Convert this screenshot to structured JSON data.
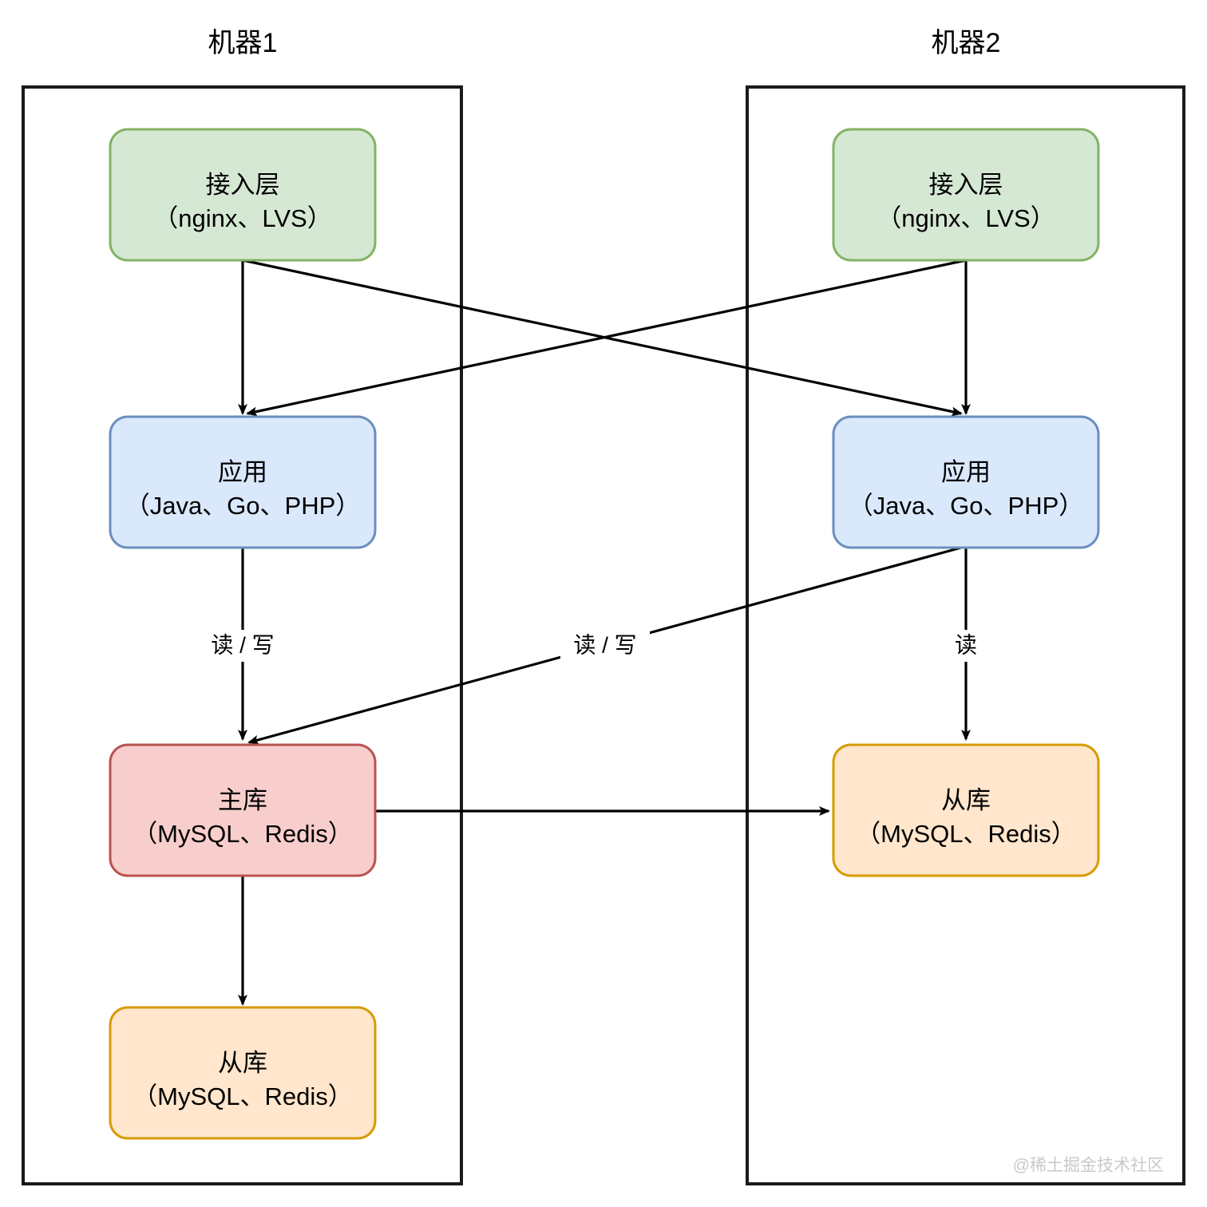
{
  "diagram": {
    "title_left": "机器1",
    "title_right": "机器2",
    "machines": [
      {
        "id": "machine-1",
        "title": "机器1",
        "nodes": [
          {
            "id": "access-layer-1",
            "line1": "接入层",
            "line2": "（nginx、LVS）",
            "color": "green",
            "fill": "#d5e8d4",
            "stroke": "#82b366"
          },
          {
            "id": "app-1",
            "line1": "应用",
            "line2": "（Java、Go、PHP）",
            "color": "blue",
            "fill": "#dae8fc",
            "stroke": "#6c8ebf"
          },
          {
            "id": "master-db-1",
            "line1": "主库",
            "line2": "（MySQL、Redis）",
            "color": "red",
            "fill": "#f8cecc",
            "stroke": "#b85450"
          },
          {
            "id": "slave-db-1",
            "line1": "从库",
            "line2": "（MySQL、Redis）",
            "color": "orange",
            "fill": "#ffe6cc",
            "stroke": "#d79b00"
          }
        ]
      },
      {
        "id": "machine-2",
        "title": "机器2",
        "nodes": [
          {
            "id": "access-layer-2",
            "line1": "接入层",
            "line2": "（nginx、LVS）",
            "color": "green",
            "fill": "#d5e8d4",
            "stroke": "#82b366"
          },
          {
            "id": "app-2",
            "line1": "应用",
            "line2": "（Java、Go、PHP）",
            "color": "blue",
            "fill": "#dae8fc",
            "stroke": "#6c8ebf"
          },
          {
            "id": "slave-db-2",
            "line1": "从库",
            "line2": "（MySQL、Redis）",
            "color": "orange",
            "fill": "#ffe6cc",
            "stroke": "#d79b00"
          }
        ]
      }
    ],
    "edges": [
      {
        "id": "edge-access1-app1",
        "from": "access-layer-1",
        "to": "app-1",
        "label": ""
      },
      {
        "id": "edge-access1-app2",
        "from": "access-layer-1",
        "to": "app-2",
        "label": ""
      },
      {
        "id": "edge-access2-app1",
        "from": "access-layer-2",
        "to": "app-1",
        "label": ""
      },
      {
        "id": "edge-access2-app2",
        "from": "access-layer-2",
        "to": "app-2",
        "label": ""
      },
      {
        "id": "edge-app1-master",
        "from": "app-1",
        "to": "master-db-1",
        "label": "读 / 写"
      },
      {
        "id": "edge-app2-master",
        "from": "app-2",
        "to": "master-db-1",
        "label": "读 / 写"
      },
      {
        "id": "edge-app2-slave2",
        "from": "app-2",
        "to": "slave-db-2",
        "label": "读"
      },
      {
        "id": "edge-master-slave1",
        "from": "master-db-1",
        "to": "slave-db-1",
        "label": ""
      },
      {
        "id": "edge-master-slave2",
        "from": "master-db-1",
        "to": "slave-db-2",
        "label": ""
      }
    ],
    "edge_labels": {
      "read_write_left": "读 / 写",
      "read_write_mid": "读 / 写",
      "read_right": "读"
    },
    "watermark": "@稀土掘金技术社区",
    "colors": {
      "frame_stroke": "#1a1a1a",
      "edge_stroke": "#000000",
      "background": "#ffffff",
      "watermark": "#c9c9c9"
    }
  }
}
